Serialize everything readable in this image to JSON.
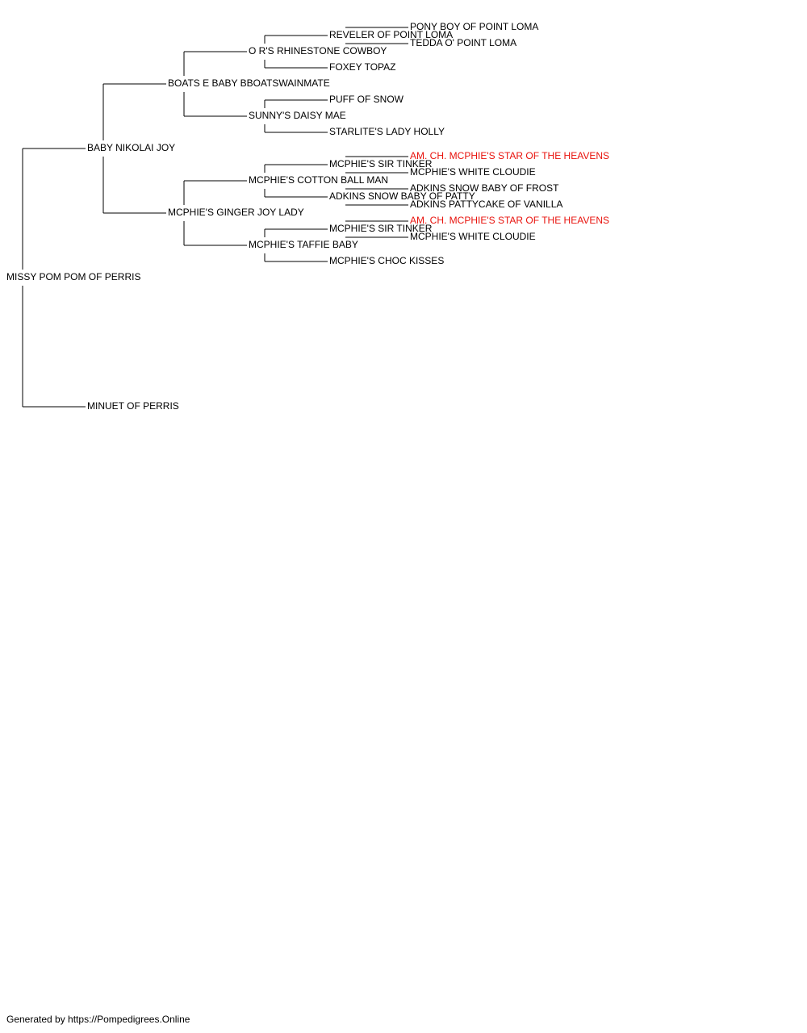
{
  "tree": {
    "name": "MISSY POM POM OF PERRIS",
    "sire": {
      "name": "BABY NIKOLAI JOY",
      "sire": {
        "name": "BOATS E BABY BBOATSWAINMATE",
        "sire": {
          "name": "O R'S RHINESTONE COWBOY",
          "sire": {
            "name": "REVELER OF POINT LOMA",
            "sire": {
              "name": "PONY BOY OF POINT LOMA"
            },
            "dam": {
              "name": "TEDDA O' POINT LOMA"
            }
          },
          "dam": {
            "name": "FOXEY TOPAZ"
          }
        },
        "dam": {
          "name": "SUNNY'S DAISY MAE",
          "sire": {
            "name": "PUFF OF SNOW"
          },
          "dam": {
            "name": "STARLITE'S LADY HOLLY"
          }
        }
      },
      "dam": {
        "name": "MCPHIE'S GINGER JOY LADY",
        "sire": {
          "name": "MCPHIE'S COTTON BALL MAN",
          "sire": {
            "name": "MCPHIE'S SIR TINKER",
            "sire": {
              "name": "AM. CH. MCPHIE'S STAR OF THE HEAVENS",
              "titled": true
            },
            "dam": {
              "name": "MCPHIE'S WHITE CLOUDIE"
            }
          },
          "dam": {
            "name": "ADKINS SNOW BABY OF PATTY",
            "sire": {
              "name": "ADKINS SNOW BABY OF FROST"
            },
            "dam": {
              "name": "ADKINS PATTYCAKE OF VANILLA"
            }
          }
        },
        "dam": {
          "name": "MCPHIE'S TAFFIE BABY",
          "sire": {
            "name": "MCPHIE'S SIR TINKER",
            "sire": {
              "name": "AM. CH. MCPHIE'S STAR OF THE HEAVENS",
              "titled": true
            },
            "dam": {
              "name": "MCPHIE'S WHITE CLOUDIE"
            }
          },
          "dam": {
            "name": "MCPHIE'S CHOC KISSES"
          }
        }
      }
    },
    "dam": {
      "name": "MINUET OF PERRIS"
    }
  },
  "colors": {
    "line": "#000000",
    "text": "#000000",
    "titled": "#e8120c"
  },
  "footer": {
    "text": "Generated by https://Pompedigrees.Online"
  }
}
